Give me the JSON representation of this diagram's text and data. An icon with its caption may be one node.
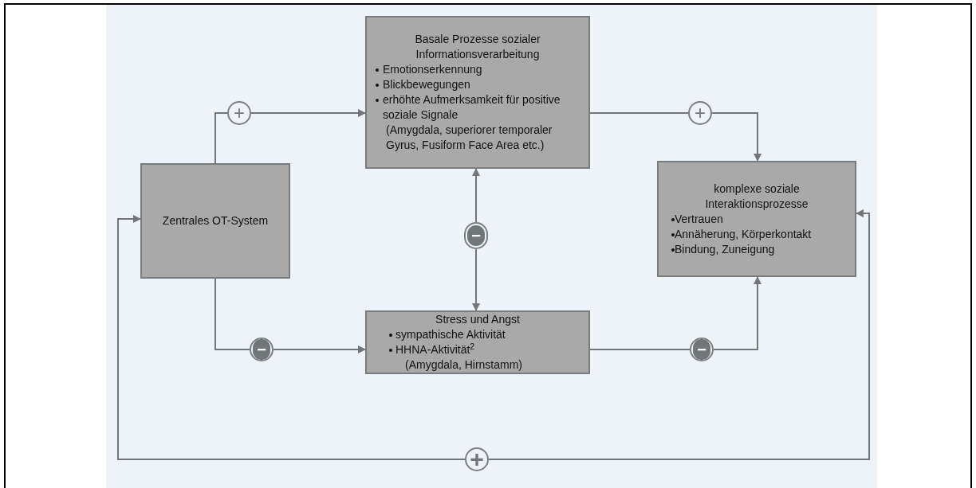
{
  "diagram": {
    "nodes": [
      {
        "text": [
          "Basale Prozesse sozialer Informationsverarbeitung",
          "Emotionserkennung",
          "Blickbewegungen",
          "erhöhte Aufmerksamkeit für positive soziale Signale",
          "(Amygdala, superiorer temporaler Gyrus, Fusiform Face Area etc.)"
        ]
      },
      {
        "text": [
          "+"
        ]
      },
      {
        "text": [
          "+"
        ]
      },
      {
        "text": [
          "Zentrales OT-System"
        ]
      },
      {
        "text": [
          "komplexe soziale Interaktionsprozesse",
          "Vertrauen",
          "Annäherung, Körperkontakt",
          "Bindung, Zuneigung"
        ]
      },
      {
        "text": [
          "−"
        ]
      },
      {
        "text": [
          "Stress und Angst",
          "sympathische Aktivität",
          "HHNA-Aktivität$^{2}$",
          "(Amygdala, Hirnstamm)"
        ]
      },
      {
        "text": [
          "−"
        ]
      },
      {
        "text": [
          "−"
        ]
      },
      {
        "text": [
          "+"
        ]
      }
    ],
    "edges": [
      {
        "from": 3,
        "to": 1,
        "arrow": "none"
      },
      {
        "from": 1,
        "to": 0,
        "arrow": "to"
      },
      {
        "from": 0,
        "to": 2,
        "arrow": "none"
      },
      {
        "from": 2,
        "to": 4,
        "arrow": "to"
      },
      {
        "from": 5,
        "to": 0,
        "arrow": "to"
      },
      {
        "from": 5,
        "to": 6,
        "arrow": "to"
      },
      {
        "from": 3,
        "to": 7,
        "arrow": "none"
      },
      {
        "from": 7,
        "to": 6,
        "arrow": "to"
      },
      {
        "from": 6,
        "to": 8,
        "arrow": "none"
      },
      {
        "from": 8,
        "to": 4,
        "arrow": "to"
      },
      {
        "from": 9,
        "to": 3,
        "arrow": "to"
      },
      {
        "from": 9,
        "to": 4,
        "arrow": "to"
      }
    ]
  }
}
